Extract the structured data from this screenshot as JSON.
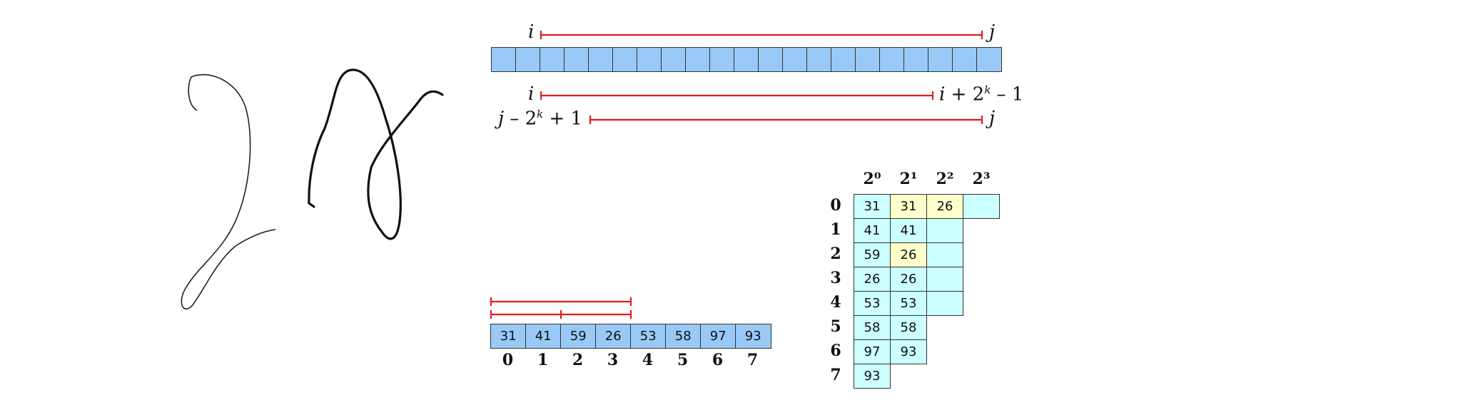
{
  "handwriting": {
    "text": "2n"
  },
  "top_diagram": {
    "cell_count": 21,
    "cell_color": "#99c9f7",
    "line_color": "#e21a1a",
    "range_full": {
      "left": "i",
      "right": "j"
    },
    "range_first": {
      "left": "i",
      "right": "i + 2k – 1",
      "right_parts": [
        "i",
        " + 2",
        "k",
        " – 1"
      ]
    },
    "range_second": {
      "left": "j – 2k + 1",
      "left_parts": [
        "j",
        " – 2",
        "k",
        " + 1"
      ],
      "right": "j"
    }
  },
  "array": {
    "values": [
      "31",
      "41",
      "59",
      "26",
      "53",
      "58",
      "97",
      "93"
    ],
    "indices": [
      "0",
      "1",
      "2",
      "3",
      "4",
      "5",
      "6",
      "7"
    ],
    "highlight_ranges": [
      {
        "from": 0,
        "to": 3
      },
      {
        "from": 0,
        "to": 1,
        "then_from": 2,
        "then_to": 3
      }
    ]
  },
  "sparse_table": {
    "column_headers": [
      "2⁰",
      "2¹",
      "2²",
      "2³"
    ],
    "row_labels": [
      "0",
      "1",
      "2",
      "3",
      "4",
      "5",
      "6",
      "7"
    ],
    "rows": [
      [
        "31",
        "31",
        "26",
        ""
      ],
      [
        "41",
        "41",
        ""
      ],
      [
        "59",
        "26",
        ""
      ],
      [
        "26",
        "26",
        ""
      ],
      [
        "53",
        "53",
        ""
      ],
      [
        "58",
        "58"
      ],
      [
        "97",
        "93"
      ],
      [
        "93"
      ]
    ],
    "highlighted_cells": [
      [
        0,
        1
      ],
      [
        0,
        2
      ],
      [
        2,
        1
      ]
    ],
    "cell_color": "#ccffff",
    "highlight_color": "#ffffcc"
  }
}
